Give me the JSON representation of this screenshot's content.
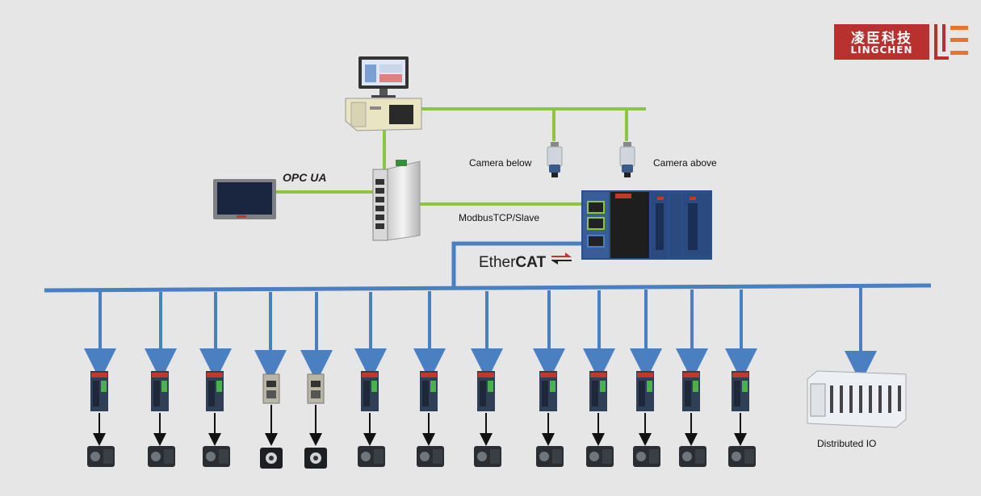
{
  "logo": {
    "chinese": "凌臣科技",
    "english": "LINGCHEN"
  },
  "labels": {
    "opc_ua": "OPC UA",
    "camera_below": "Camera below",
    "camera_above": "Camera above",
    "modbus": "ModbusTCP/Slave",
    "ethercat_prefix": "Ether",
    "ethercat_suffix": "CAT",
    "distributed_io": "Distributed IO"
  },
  "colors": {
    "background": "#e6e6e6",
    "ethernet_line": "#8cc63f",
    "ethercat_bus": "#4a7fc1",
    "logo_red": "#b8312f",
    "logo_orange": "#e8742c"
  },
  "devices": {
    "drive_count": 11,
    "stepper_controller_count": 2,
    "motor_count": 13
  }
}
